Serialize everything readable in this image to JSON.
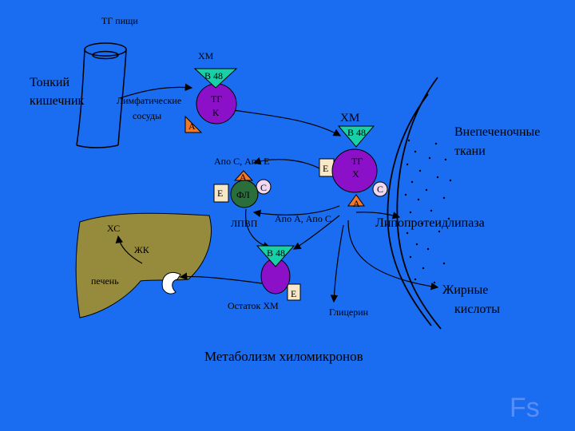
{
  "title": "Метаболизм хиломикронов",
  "colors": {
    "background": "#1a6cf0",
    "chylomicron": "#8b10c8",
    "apo_b48": "#18d0a8",
    "apo_a": "#f07828",
    "apo_c": "#f0d8f0",
    "apo_e_box": "#f8e8c8",
    "liver": "#968a3c",
    "hdl": "#2a6e3c"
  },
  "labels": {
    "tg_food": "ТГ пищи",
    "small_intestine_1": "Тонкий",
    "small_intestine_2": "кишечник",
    "lymph_1": "Лимфатические",
    "lymph_2": "сосуды",
    "hm_top": "ХМ",
    "b48_top": "В 48",
    "tg_top": "ТГ",
    "chol_top": "К",
    "a_top": "А",
    "hm_right": "ХМ",
    "b48_right": "В 48",
    "tg_right": "ТГ",
    "chol_right": "Х",
    "e_right": "Е",
    "c_right": "С",
    "a_right": "А",
    "extrahepatic_1": "Внепеченочные",
    "extrahepatic_2": "ткани",
    "lpl": "Липопротеидлипаза",
    "apo_ce": "Апо С, Апо Е",
    "a_hdl": "А",
    "e_hdl": "Е",
    "pl_hdl": "ФЛ",
    "c_hdl": "С",
    "hdl": "ЛПВП",
    "apo_ac": "Апо А, Апо С",
    "hs": "ХС",
    "zhk": "ЖК",
    "liver": "печень",
    "b48_rem": "В 48",
    "e_rem": "Е",
    "remnant": "Остаток ХМ",
    "glycerol": "Глицерин",
    "fatty_acids_1": "Жирные",
    "fatty_acids_2": "кислоты",
    "watermark": "Fs"
  }
}
